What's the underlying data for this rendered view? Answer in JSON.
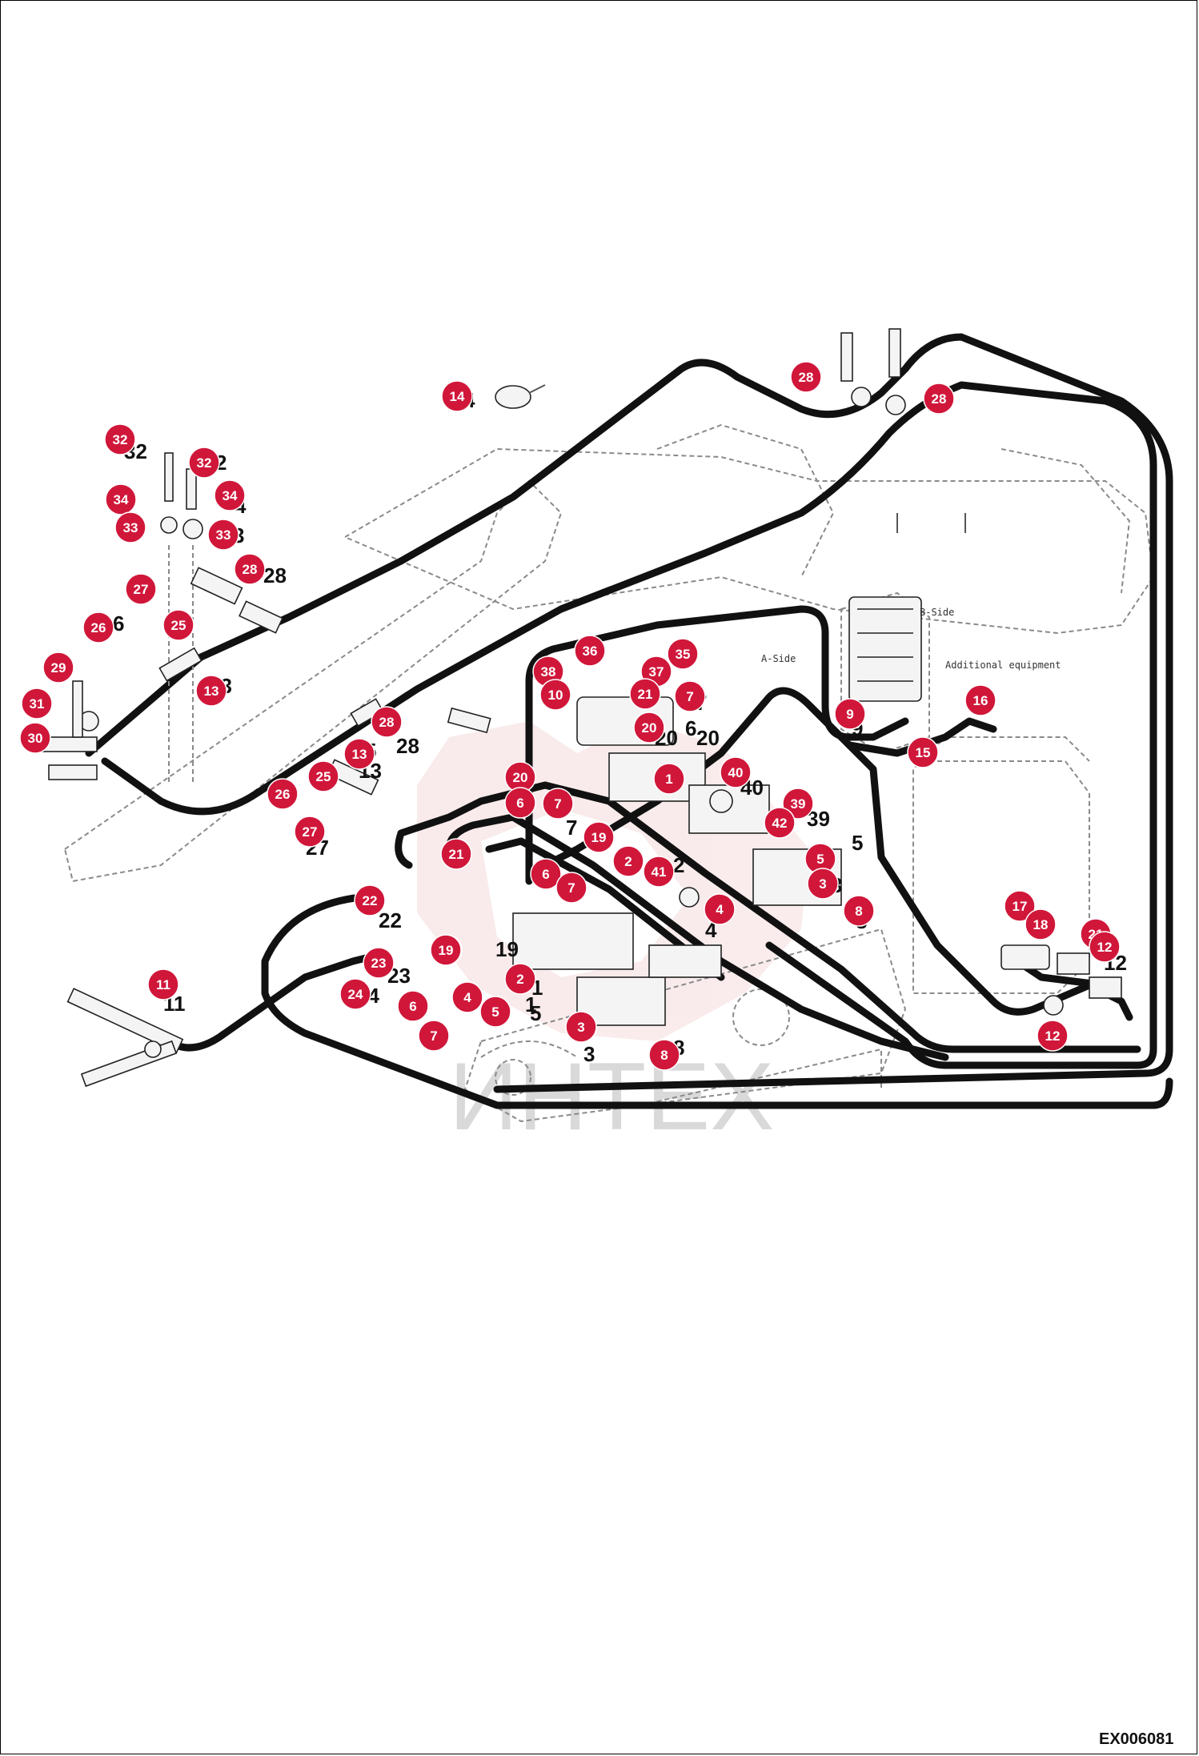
{
  "diagram": {
    "annotations": {
      "b_side": "B-Side",
      "a_side": "A-Side",
      "additional_equipment": "Additional equipment"
    },
    "doc_code": "EX006081",
    "watermark_text": "ИНТЕХ",
    "colors": {
      "callout": "#d0173a",
      "hose": "#111111",
      "ghost": "#8a8a8a",
      "watermark": "#f0c8c8"
    },
    "callouts": [
      "14",
      "32",
      "32",
      "34",
      "34",
      "33",
      "33",
      "28",
      "27",
      "26",
      "25",
      "29",
      "13",
      "31",
      "30",
      "28",
      "13",
      "25",
      "26",
      "27",
      "28",
      "28",
      "36",
      "38",
      "35",
      "37",
      "21",
      "7",
      "10",
      "20",
      "9",
      "16",
      "15",
      "1",
      "20",
      "6",
      "7",
      "19",
      "40",
      "39",
      "42",
      "2",
      "41",
      "5",
      "3",
      "21",
      "4",
      "8",
      "19",
      "6",
      "7",
      "22",
      "23",
      "19",
      "2",
      "24",
      "4",
      "5",
      "6",
      "7",
      "3",
      "8",
      "11",
      "17",
      "18",
      "21",
      "12",
      "12"
    ],
    "part_numbers": [
      "4",
      "32",
      "2",
      "4",
      "3",
      "28",
      "6",
      "13",
      "28",
      "13",
      "5",
      "27",
      "11",
      "22",
      "23",
      "24",
      "19",
      "1",
      "5",
      "3",
      "4",
      "6",
      "7",
      "20",
      "7",
      "6",
      "40",
      "39",
      "3",
      "8",
      "5",
      "9",
      "2",
      "8",
      "12",
      "20",
      "1"
    ]
  }
}
